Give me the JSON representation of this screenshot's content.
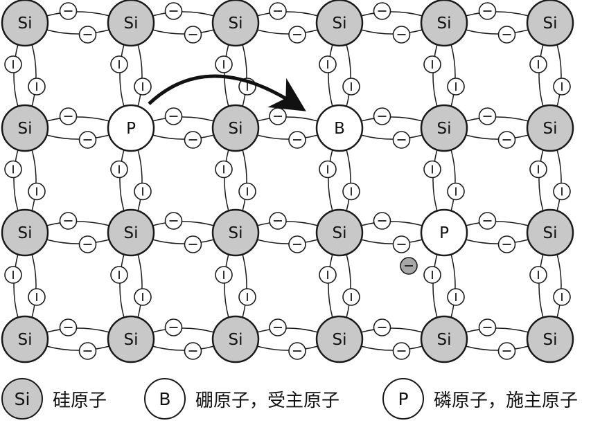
{
  "lattice": {
    "rows": [
      [
        "Si",
        "Si",
        "Si",
        "Si",
        "Si",
        "Si"
      ],
      [
        "Si",
        "P",
        "Si",
        "B",
        "Si",
        "Si"
      ],
      [
        "Si",
        "Si",
        "Si",
        "Si",
        "P",
        "Si"
      ],
      [
        "Si",
        "Si",
        "Si",
        "Si",
        "Si",
        "Si"
      ]
    ],
    "electron_symbol": "−",
    "free_electron": "yes",
    "arrow": "P → B"
  },
  "legend": {
    "si_symbol": "Si",
    "si_label": "硅原子",
    "b_symbol": "B",
    "b_label": "硼原子，受主原子",
    "p_symbol": "P",
    "p_label": "磷原子，施主原子"
  },
  "colors": {
    "silicon_fill": "#c8c8c8",
    "dopant_fill": "#ffffff",
    "free_electron_fill": "#a8a8a8",
    "stroke": "#1a1a1a"
  }
}
